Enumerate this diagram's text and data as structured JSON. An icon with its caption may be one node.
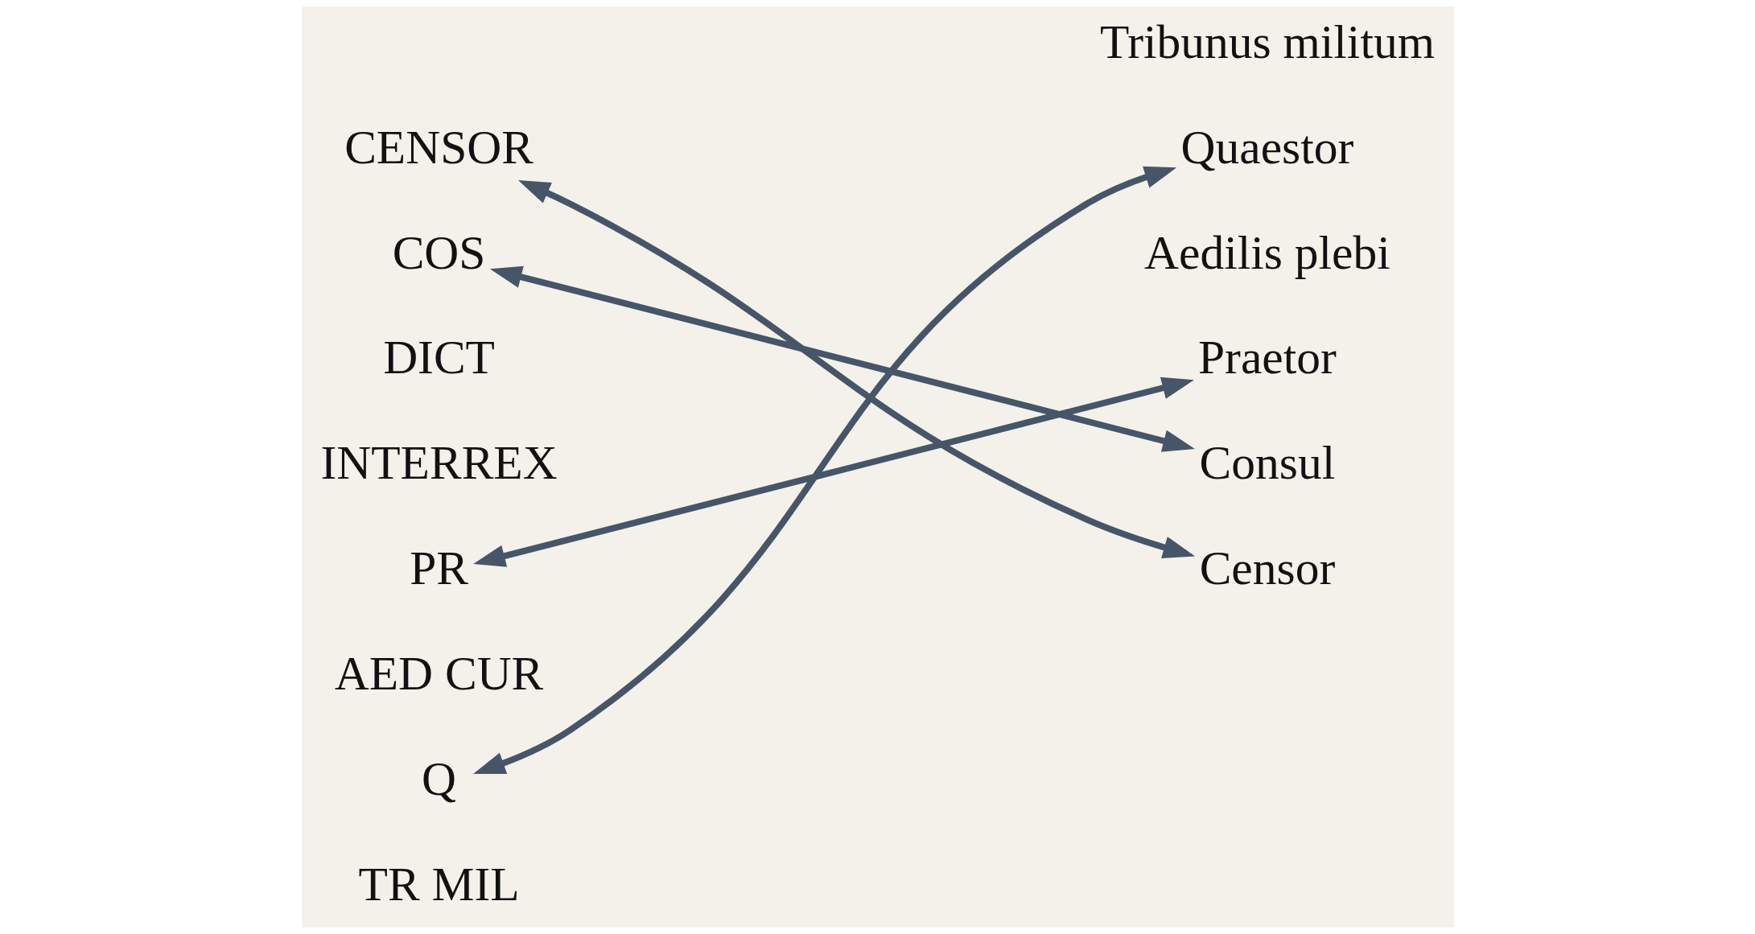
{
  "diagram": {
    "nodes": [
      {
        "text": [
          "CENSOR"
        ]
      },
      {
        "text": [
          "COS"
        ]
      },
      {
        "text": [
          "DICT"
        ]
      },
      {
        "text": [
          "INTERREX"
        ]
      },
      {
        "text": [
          "PR"
        ]
      },
      {
        "text": [
          "AED CUR"
        ]
      },
      {
        "text": [
          "Q"
        ]
      },
      {
        "text": [
          "TR MIL"
        ]
      },
      {
        "text": [
          "Tribunus militum"
        ]
      },
      {
        "text": [
          "Quaestor"
        ]
      },
      {
        "text": [
          "Aedilis plebi"
        ]
      },
      {
        "text": [
          "Praetor"
        ]
      },
      {
        "text": [
          "Consul"
        ]
      },
      {
        "text": [
          "Censor"
        ]
      }
    ],
    "edges": [
      {
        "from": 0,
        "to": 13,
        "arrow": "both"
      },
      {
        "from": 1,
        "to": 12,
        "arrow": "both"
      },
      {
        "from": 6,
        "to": 9,
        "arrow": "both"
      },
      {
        "from": 4,
        "to": 11,
        "arrow": "both"
      }
    ]
  }
}
